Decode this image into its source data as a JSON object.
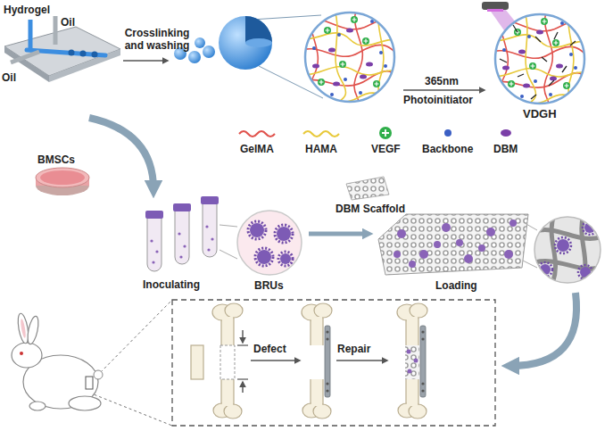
{
  "diagram": {
    "labels": [
      "Hydrogel",
      "Oil",
      "Oil",
      "Crosslinking and washing",
      "365nm",
      "Photoinitiator",
      "VDGH",
      "BMSCs",
      "Inoculating",
      "BRUs",
      "DBM Scaffold",
      "Loading",
      "Defect",
      "Repair"
    ],
    "legend": [
      {
        "text": "GelMA"
      },
      {
        "text": "HAMA"
      },
      {
        "text": "VEGF"
      },
      {
        "text": "Backbone"
      },
      {
        "text": "DBM"
      }
    ]
  }
}
